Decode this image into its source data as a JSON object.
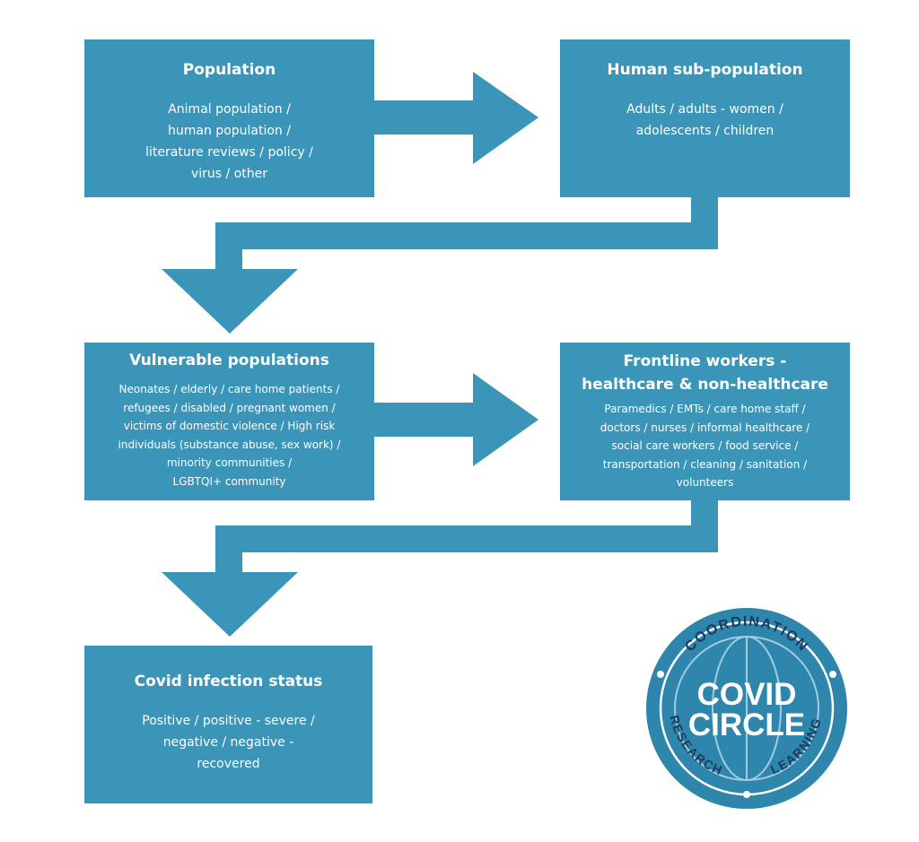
{
  "boxes": {
    "population": {
      "title": "Population",
      "lines": [
        "Animal population /",
        "human population /",
        "literature reviews / policy /",
        "virus / other"
      ]
    },
    "human_sub_population": {
      "title": "Human sub-population",
      "lines": [
        "Adults / adults - women /",
        "adolescents / children"
      ]
    },
    "vulnerable_populations": {
      "title": "Vulnerable populations",
      "lines": [
        "Neonates / elderly / care home patients /",
        "refugees / disabled / pregnant women /",
        "victims of domestic violence / High risk",
        "individuals (substance abuse, sex work) /",
        "minority communities /",
        "LGBTQI+ community"
      ]
    },
    "frontline_workers": {
      "title_lines": [
        "Frontline workers -",
        "healthcare & non-healthcare"
      ],
      "lines": [
        "Paramedics / EMTs / care home staff /",
        "doctors / nurses / informal healthcare /",
        "social care workers / food service /",
        "transportation / cleaning / sanitation /",
        "volunteers"
      ]
    },
    "covid_infection_status": {
      "title": "Covid infection status",
      "lines": [
        "Positive / positive - severe /",
        "negative / negative -",
        "recovered"
      ]
    }
  },
  "logo": {
    "top_arc": "COORDINATION",
    "left_arc": "RESEARCH",
    "right_arc": "LEARNING",
    "line1": "COVID",
    "line2": "CIRCLE"
  },
  "colors": {
    "box_fill": "#3a95b8",
    "arrow_fill": "#3a95b8",
    "logo_fill": "#2f86ad",
    "logo_ring": "#ffffff",
    "logo_arc_text": "#1d3a5e",
    "text": "#ffffff"
  }
}
